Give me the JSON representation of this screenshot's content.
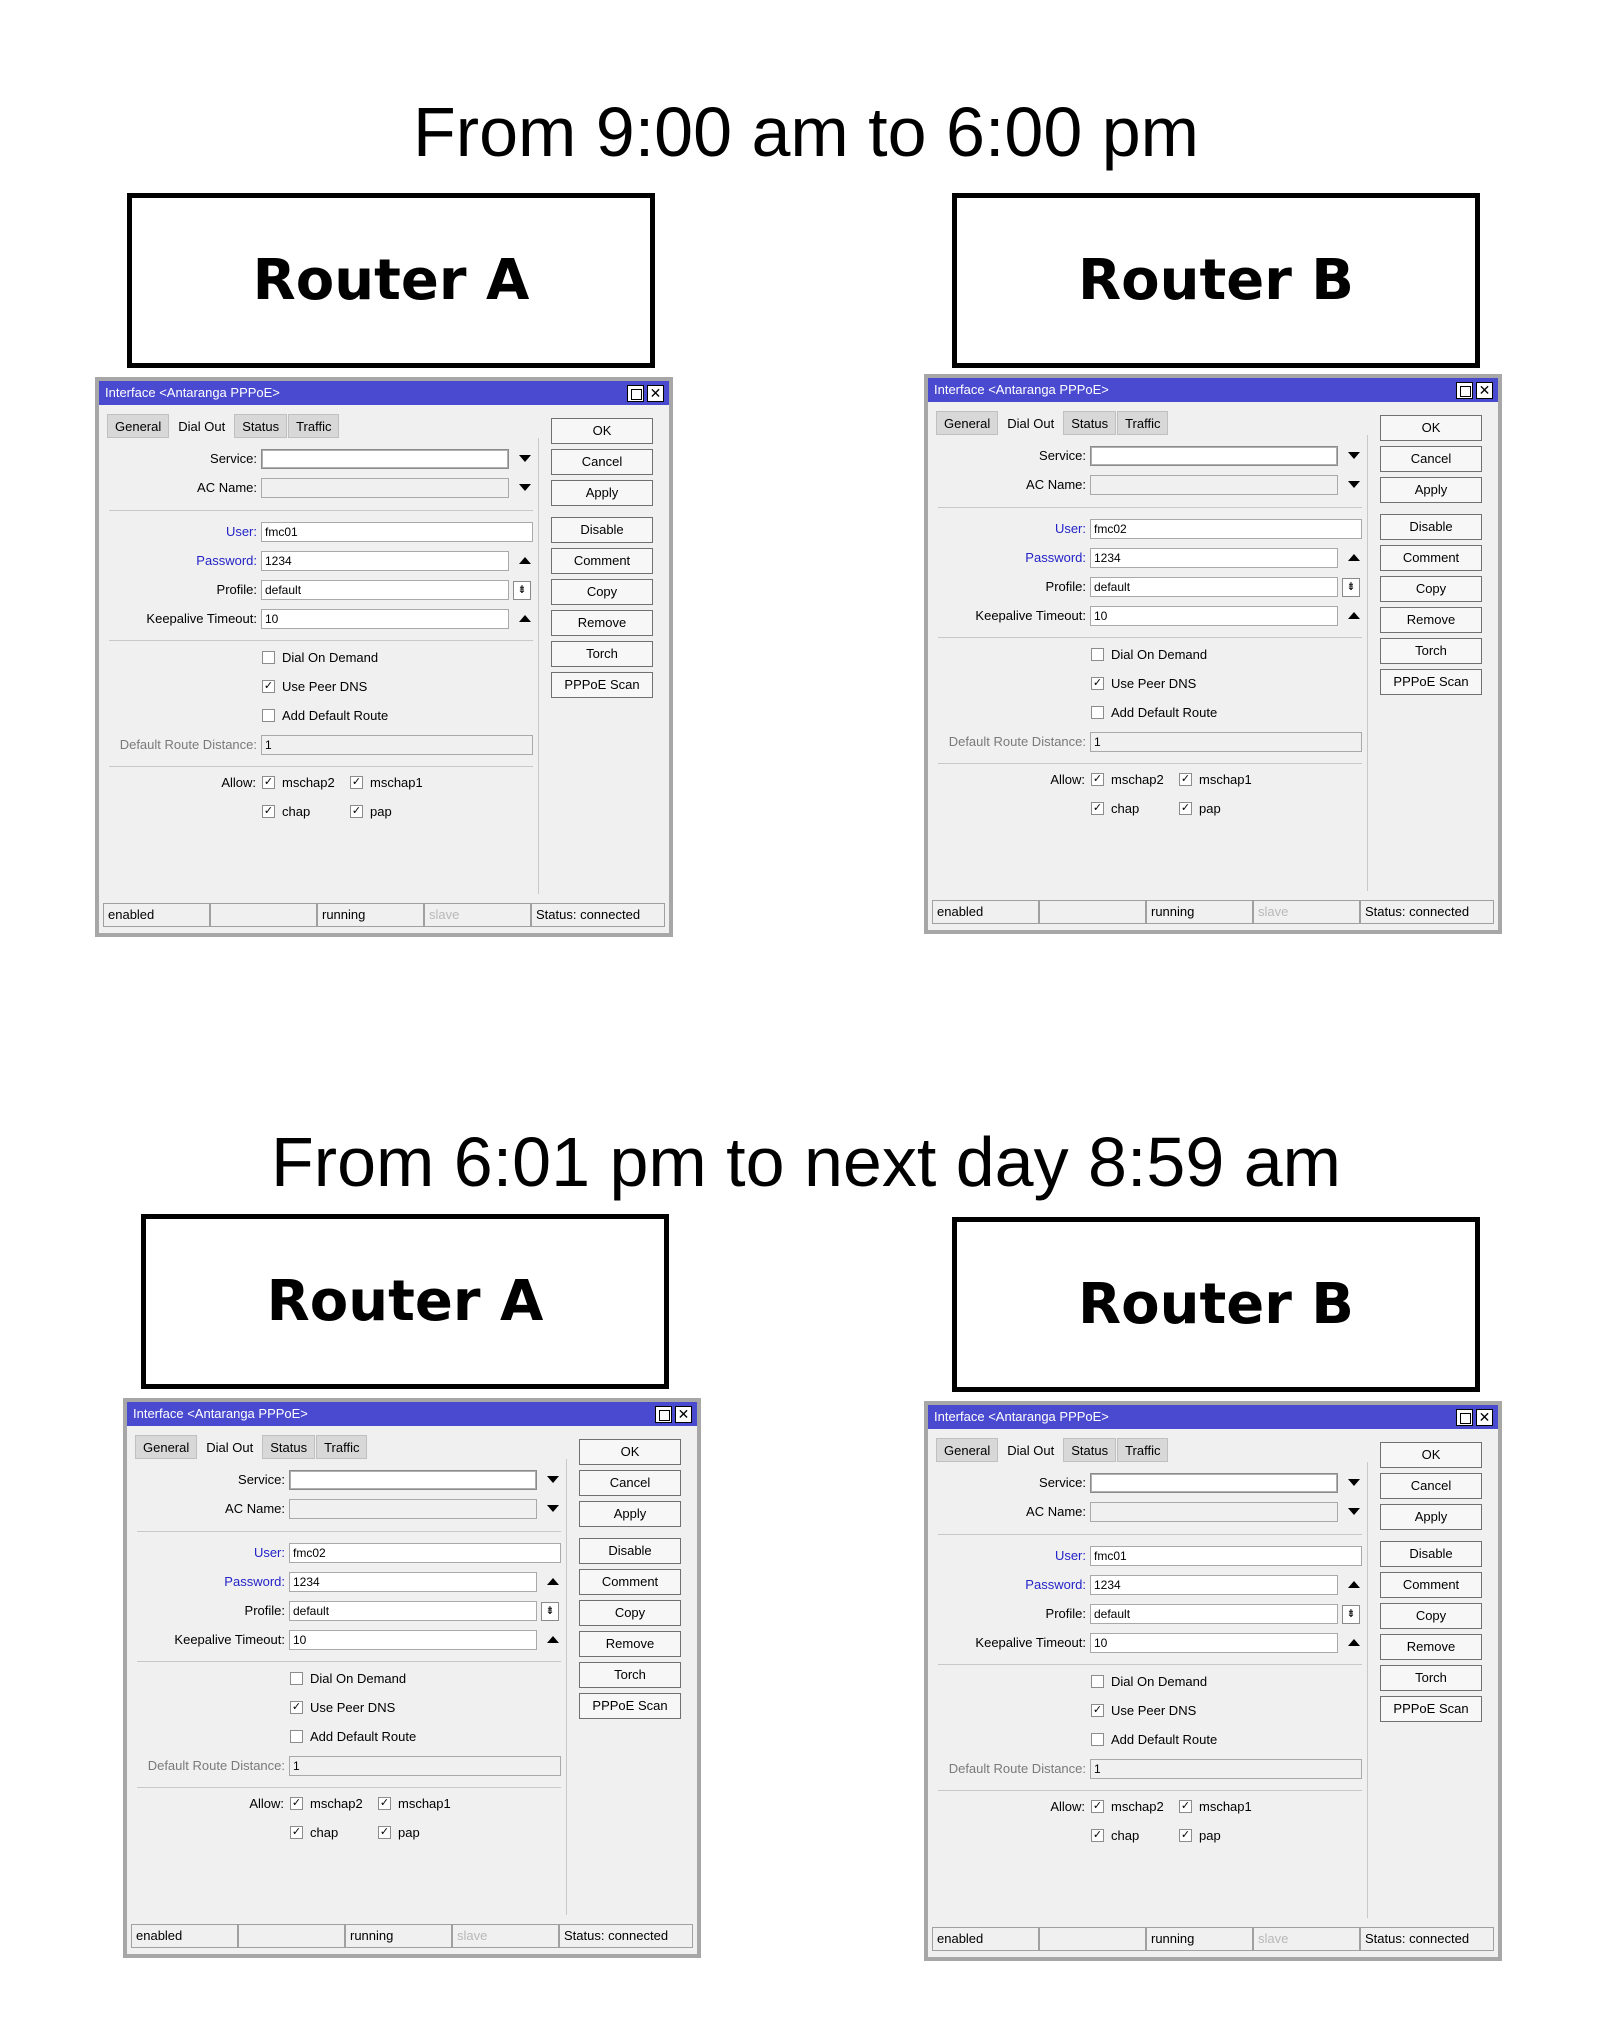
{
  "sections": [
    {
      "heading": "From 9:00 am to 6:00 pm",
      "routers": [
        {
          "label": "Router A",
          "user": "fmc01"
        },
        {
          "label": "Router B",
          "user": "fmc02"
        }
      ]
    },
    {
      "heading": "From 6:01 pm to next day 8:59 am",
      "routers": [
        {
          "label": "Router A",
          "user": "fmc02"
        },
        {
          "label": "Router B",
          "user": "fmc01"
        }
      ]
    }
  ],
  "dialog": {
    "title": "Interface <Antaranga PPPoE>",
    "tabs": [
      "General",
      "Dial Out",
      "Status",
      "Traffic"
    ],
    "active_tab": "Dial Out",
    "service_label": "Service:",
    "service_value": "",
    "ac_name_label": "AC Name:",
    "ac_name_value": "",
    "user_label": "User:",
    "password_label": "Password:",
    "password_value": "1234",
    "profile_label": "Profile:",
    "profile_value": "default",
    "keepalive_label": "Keepalive Timeout:",
    "keepalive_value": "10",
    "dial_on_demand": {
      "label": "Dial On Demand",
      "checked": false
    },
    "use_peer_dns": {
      "label": "Use Peer DNS",
      "checked": true
    },
    "add_default_route": {
      "label": "Add Default Route",
      "checked": false
    },
    "default_route_distance_label": "Default Route Distance:",
    "default_route_distance_value": "1",
    "allow_label": "Allow:",
    "allow": [
      {
        "label": "mschap2",
        "checked": true
      },
      {
        "label": "mschap1",
        "checked": true
      },
      {
        "label": "chap",
        "checked": true
      },
      {
        "label": "pap",
        "checked": true
      }
    ],
    "buttons": [
      "OK",
      "Cancel",
      "Apply",
      "Disable",
      "Comment",
      "Copy",
      "Remove",
      "Torch",
      "PPPoE Scan"
    ],
    "status": [
      "enabled",
      "",
      "running",
      "slave",
      "Status: connected"
    ],
    "check_mark": "✓"
  }
}
